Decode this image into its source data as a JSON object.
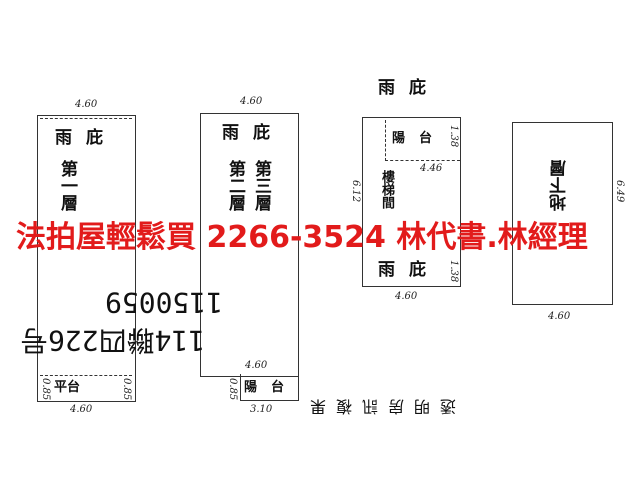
{
  "plans": [
    {
      "name": "first-floor",
      "labels": [
        "雨庇",
        "第一層",
        "平台"
      ],
      "dims": [
        "4.60",
        "4.60",
        "0.85",
        "0.85"
      ]
    },
    {
      "name": "second-third-floor",
      "labels": [
        "雨庇",
        "第三層",
        "第二層",
        "陽台"
      ],
      "dims": [
        "4.60",
        "4.60",
        "3.10",
        "0.85"
      ]
    },
    {
      "name": "roof",
      "labels": [
        "雨庇",
        "陽台",
        "樓梯間",
        "雨庇"
      ],
      "dims": [
        "4.60",
        "4.46",
        "1.38",
        "1.38",
        "6.12"
      ]
    },
    {
      "name": "basement",
      "labels": [
        "地下層"
      ],
      "dims": [
        "4.60",
        "6.49"
      ]
    }
  ],
  "banner": "法拍屋輕鬆買 2266-3524 林代書.林經理",
  "stamp": {
    "line1": "1150059",
    "line2": "114聯四226号"
  },
  "footer_note": "透明房訊複果",
  "colors": {
    "banner": "#e21b1b"
  }
}
